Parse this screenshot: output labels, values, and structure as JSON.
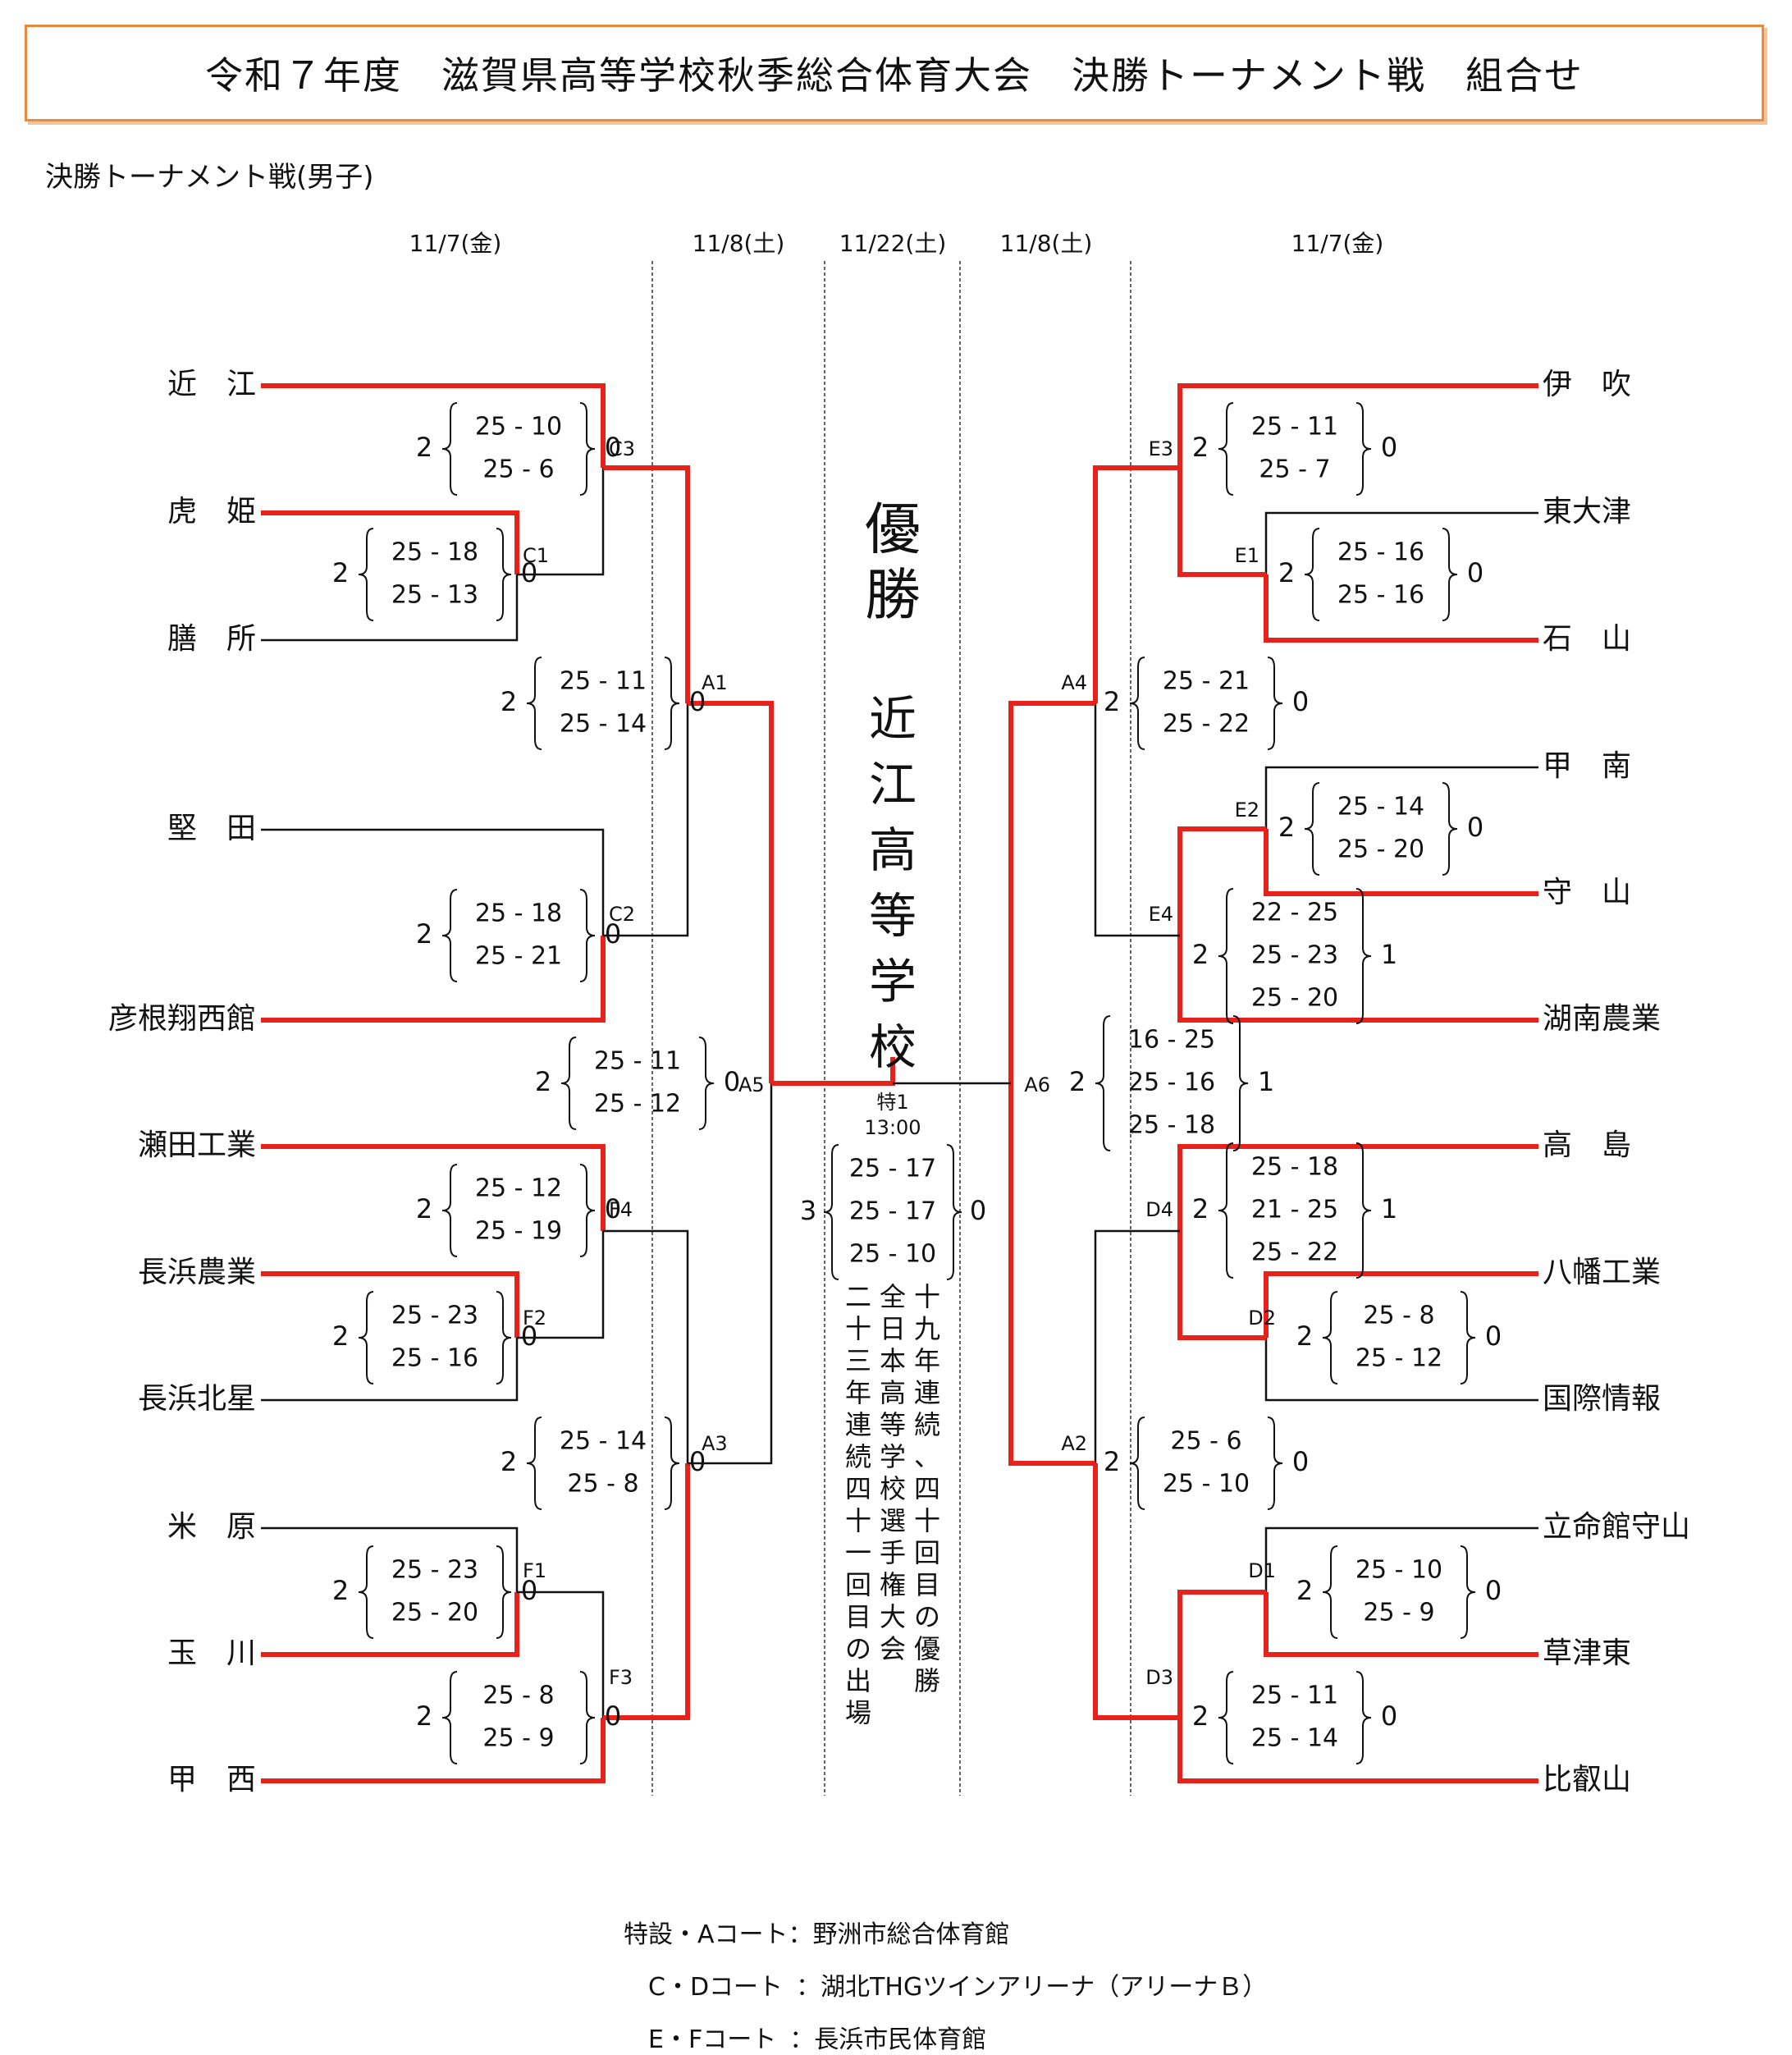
{
  "title": "令和７年度　滋賀県高等学校秋季総合体育大会　決勝トーナメント戦　組合せ",
  "subtitle": "決勝トーナメント戦(男子)",
  "dates": [
    "11/7(金)",
    "11/8(土)",
    "11/22(土)",
    "11/8(土)",
    "11/7(金)"
  ],
  "left_teams": [
    "近　江",
    "虎　姫",
    "膳　所",
    "堅　田",
    "彦根翔西館",
    "瀬田工業",
    "長浜農業",
    "長浜北星",
    "米　原",
    "玉　川",
    "甲　西"
  ],
  "right_teams": [
    "伊　吹",
    "東大津",
    "石　山",
    "甲　南",
    "守　山",
    "湖南農業",
    "高　島",
    "八幡工業",
    "国際情報",
    "立命館守山",
    "草津東",
    "比叡山"
  ],
  "matches": [
    {
      "id": "C1",
      "won": 2,
      "lost": 0,
      "sets": [
        "25 - 18",
        "25 - 13"
      ]
    },
    {
      "id": "C3",
      "won": 2,
      "lost": 0,
      "sets": [
        "25 - 10",
        "25 -  6"
      ]
    },
    {
      "id": "C2",
      "won": 2,
      "lost": 0,
      "sets": [
        "25 - 18",
        "25 - 21"
      ]
    },
    {
      "id": "A1",
      "won": 2,
      "lost": 0,
      "sets": [
        "25 - 11",
        "25 - 14"
      ]
    },
    {
      "id": "F2",
      "won": 2,
      "lost": 0,
      "sets": [
        "25 - 23",
        "25 - 16"
      ]
    },
    {
      "id": "F4",
      "won": 2,
      "lost": 0,
      "sets": [
        "25 - 12",
        "25 - 19"
      ]
    },
    {
      "id": "F1",
      "won": 2,
      "lost": 0,
      "sets": [
        "25 - 23",
        "25 - 20"
      ]
    },
    {
      "id": "F3",
      "won": 2,
      "lost": 0,
      "sets": [
        "25 -  8",
        "25 -  9"
      ]
    },
    {
      "id": "A3",
      "won": 2,
      "lost": 0,
      "sets": [
        "25 - 14",
        "25 -  8"
      ]
    },
    {
      "id": "A5",
      "won": 2,
      "lost": 0,
      "sets": [
        "25 - 11",
        "25 - 12"
      ]
    },
    {
      "id": "E1",
      "won": 2,
      "lost": 0,
      "sets": [
        "25 - 16",
        "25 - 16"
      ]
    },
    {
      "id": "E3",
      "won": 2,
      "lost": 0,
      "sets": [
        "25 - 11",
        "25 -  7"
      ]
    },
    {
      "id": "E2",
      "won": 2,
      "lost": 0,
      "sets": [
        "25 - 14",
        "25 - 20"
      ]
    },
    {
      "id": "E4",
      "won": 2,
      "lost": 1,
      "sets": [
        "22 - 25",
        "25 - 23",
        "25 - 20"
      ]
    },
    {
      "id": "A4",
      "won": 2,
      "lost": 0,
      "sets": [
        "25 - 21",
        "25 - 22"
      ]
    },
    {
      "id": "D2",
      "won": 2,
      "lost": 0,
      "sets": [
        "25 -  8",
        "25 - 12"
      ]
    },
    {
      "id": "D4",
      "won": 2,
      "lost": 1,
      "sets": [
        "25 - 18",
        "21 - 25",
        "25 - 22"
      ]
    },
    {
      "id": "D1",
      "won": 2,
      "lost": 0,
      "sets": [
        "25 - 10",
        "25 -  9"
      ]
    },
    {
      "id": "D3",
      "won": 2,
      "lost": 0,
      "sets": [
        "25 - 11",
        "25 - 14"
      ]
    },
    {
      "id": "A2",
      "won": 2,
      "lost": 0,
      "sets": [
        "25 -  6",
        "25 - 10"
      ]
    },
    {
      "id": "A6",
      "won": 2,
      "lost": 1,
      "sets": [
        "16 - 25",
        "25 - 16",
        "25 - 18"
      ]
    }
  ],
  "final": {
    "label": "特1",
    "time": "13:00",
    "won": 3,
    "lost": 0,
    "sets": [
      "25 - 17",
      "25 - 17",
      "25 - 10"
    ]
  },
  "champion": {
    "label": "優勝",
    "team": "近江高等学校"
  },
  "note_lines": [
    "十九年連続、四十回目の優勝",
    "全日本高等学校選手権大会",
    "二十三年連続四十一回目の出場"
  ],
  "footer": [
    {
      "label": "特設・Aコート",
      "value": "：野洲市総合体育館"
    },
    {
      "label": "C・Dコート",
      "value": "：湖北THGツインアリーナ（アリーナＢ）"
    },
    {
      "label": "E・Fコート",
      "value": "：長浜市民体育館"
    }
  ],
  "colors": {
    "winner_line": "#e8221b",
    "normal_line": "#111111",
    "title_border": "#e98a3e",
    "divider": "#666666"
  }
}
